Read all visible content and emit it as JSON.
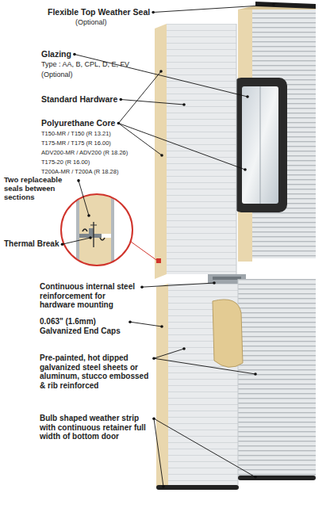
{
  "diagram": {
    "labels": [
      "Flexible Top Weather Seal",
      "(Optional)",
      "Glazing",
      "Type : AA, B, CPL, D, E, FV",
      "(Optional)",
      "Standard Hardware",
      "Polyurethane Core",
      "T150-MR / T150 (R 13.21)",
      "T175-MR / T175 (R 16.00)",
      "ADV200-MR / ADV200 (R 18.26)",
      "T175-20 (R 16.00)",
      "T200A-MR / T200A (R 18.28)",
      "Two replaceable seals between sections",
      "Thermal Break",
      "Continuous internal steel reinforcement for hardware mounting",
      "0.063\" (1.6mm) Galvanized End Caps",
      "Pre-painted, hot dipped galvanized steel sheets or aluminum, stucco embossed & rib reinforced",
      "Bulb shaped weather strip with continuous retainer full width of bottom door"
    ]
  }
}
